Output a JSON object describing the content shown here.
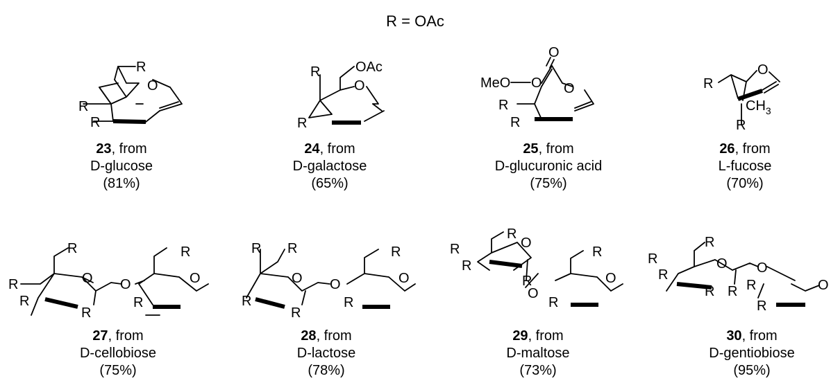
{
  "definition": "R = OAc",
  "compounds": [
    {
      "number": "23",
      "from": ", from",
      "source": "D-glucose",
      "yield": "(81%)"
    },
    {
      "number": "24",
      "from": ", from",
      "source": "D-galactose",
      "yield": "(65%)"
    },
    {
      "number": "25",
      "from": ", from",
      "source": "D-glucuronic acid",
      "yield": "(75%)"
    },
    {
      "number": "26",
      "from": ", from",
      "source": "L-fucose",
      "yield": "(70%)"
    },
    {
      "number": "27",
      "from": ", from",
      "source": "D-cellobiose",
      "yield": "(75%)"
    },
    {
      "number": "28",
      "from": ", from",
      "source": "D-lactose",
      "yield": "(78%)"
    },
    {
      "number": "29",
      "from": ", from",
      "source": "D-maltose",
      "yield": "(73%)"
    },
    {
      "number": "30",
      "from": ", from",
      "source": "D-gentiobiose",
      "yield": "(95%)"
    }
  ],
  "atoms": {
    "R": "R",
    "O": "O",
    "OAc": "OAc",
    "MeO": "MeO",
    "CH": "CH",
    "three": "3"
  }
}
